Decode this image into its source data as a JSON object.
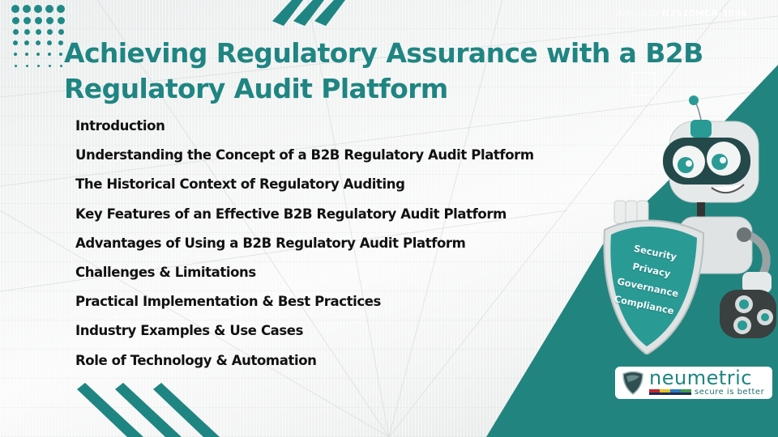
{
  "header": {
    "article_id_label": "Article ID",
    "article_id_value": "N2510MCA-3056"
  },
  "title": {
    "line1": "Achieving Regulatory Assurance with a B2B",
    "line2": "Regulatory Audit Platform"
  },
  "toc": {
    "items": [
      "Introduction",
      "Understanding the Concept of a B2B Regulatory Audit Platform",
      "The Historical Context of Regulatory Auditing",
      "Key Features of an Effective B2B Regulatory Audit Platform",
      "Advantages of Using a B2B Regulatory Audit Platform",
      "Challenges & Limitations",
      "Practical Implementation & Best Practices",
      "Industry Examples & Use Cases",
      "Role of Technology & Automation"
    ]
  },
  "mascot": {
    "icon": "robot-mascot-icon",
    "shield_words": [
      "Security",
      "Privacy",
      "Governance",
      "Compliance"
    ]
  },
  "logo": {
    "name": "neumetric",
    "tagline": "secure is better"
  },
  "colors": {
    "accent": "#1f8582",
    "teal_panel": "#22847f",
    "text": "#111111"
  }
}
